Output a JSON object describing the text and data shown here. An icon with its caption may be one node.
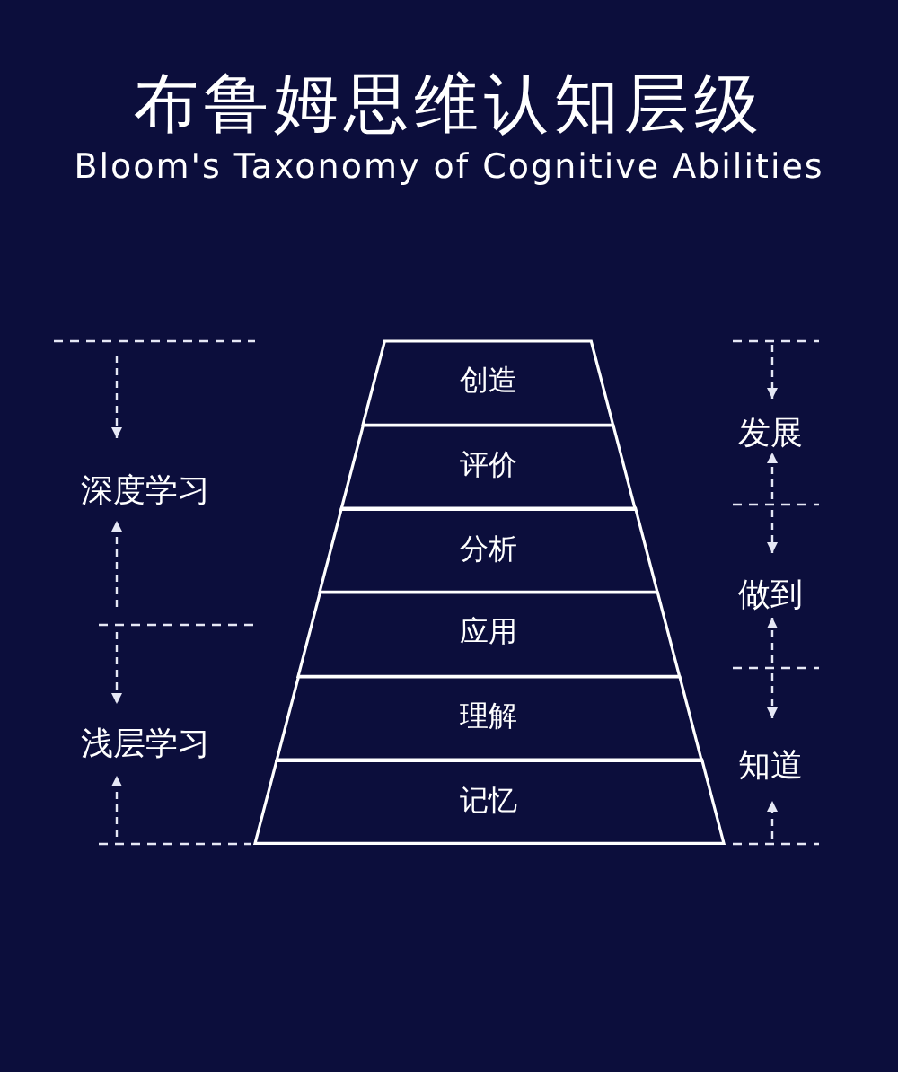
{
  "diagram": {
    "title": "布鲁姆思维认知层级",
    "caption": "Bloom's Taxonomy of Cognitive Abilities",
    "nodes": [
      {
        "text": [
          "创造"
        ]
      },
      {
        "text": [
          "评价"
        ]
      },
      {
        "text": [
          "分析"
        ]
      },
      {
        "text": [
          "应用"
        ]
      },
      {
        "text": [
          "理解"
        ]
      },
      {
        "text": [
          "记忆"
        ]
      }
    ],
    "labels": [
      "发展",
      "深度学习",
      "做到",
      "浅层学习",
      "知道"
    ]
  }
}
